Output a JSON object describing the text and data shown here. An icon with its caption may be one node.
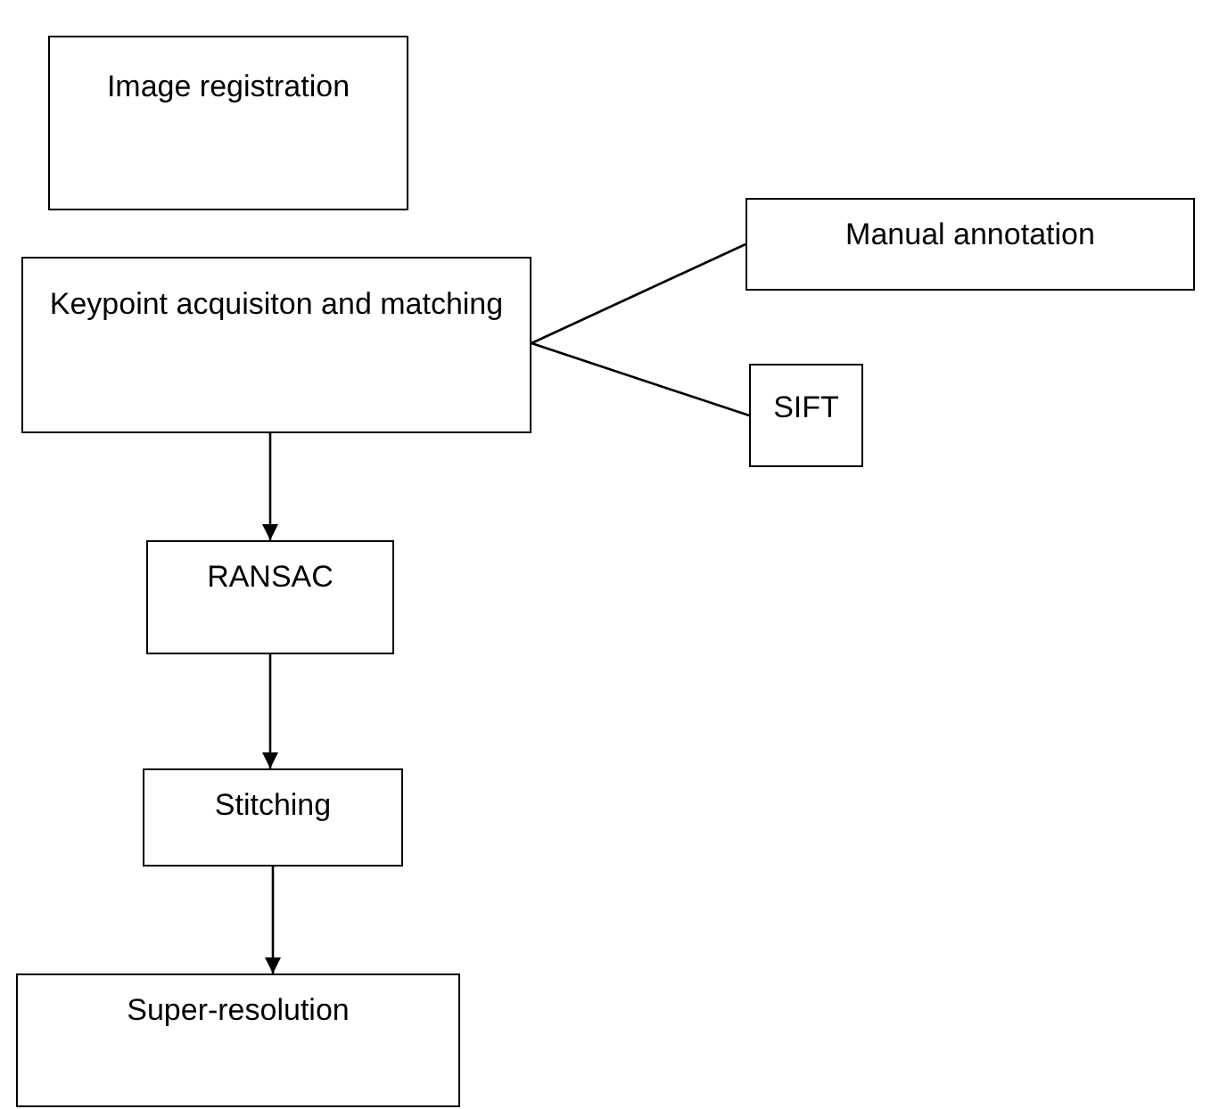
{
  "diagram": {
    "nodes": [
      {
        "text": [
          "Image registration"
        ]
      },
      {
        "text": [
          "Keypoint acquisiton and matching"
        ]
      },
      {
        "text": [
          "Manual annotation"
        ]
      },
      {
        "text": [
          "SIFT"
        ]
      },
      {
        "text": [
          "RANSAC"
        ]
      },
      {
        "text": [
          "Stitching"
        ]
      },
      {
        "text": [
          "Super-resolution"
        ]
      }
    ],
    "edges": [
      {
        "from": 1,
        "to": 2,
        "arrow": "none"
      },
      {
        "from": 1,
        "to": 3,
        "arrow": "none"
      },
      {
        "from": 1,
        "to": 4,
        "arrow": "to"
      },
      {
        "from": 4,
        "to": 5,
        "arrow": "to"
      },
      {
        "from": 5,
        "to": 6,
        "arrow": "to"
      }
    ]
  }
}
